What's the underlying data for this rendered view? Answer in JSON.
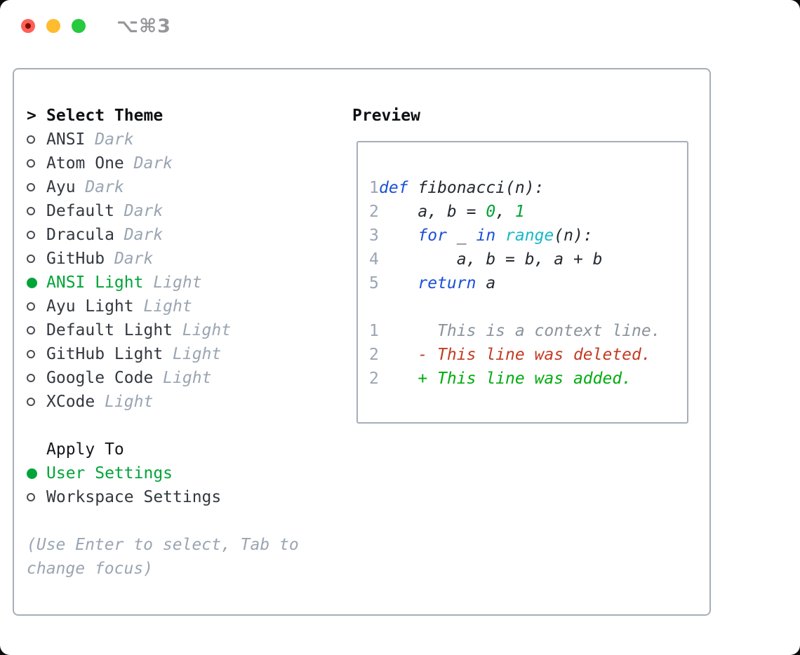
{
  "window": {
    "shortcut_label": "⌥⌘3",
    "traffic_lights": [
      "close-button",
      "minimize-button",
      "zoom-button"
    ]
  },
  "theme_picker": {
    "prompt": ">",
    "title": "Select Theme",
    "items": [
      {
        "name": "ANSI",
        "variant": "Dark",
        "selected": false
      },
      {
        "name": "Atom One",
        "variant": "Dark",
        "selected": false
      },
      {
        "name": "Ayu",
        "variant": "Dark",
        "selected": false
      },
      {
        "name": "Default",
        "variant": "Dark",
        "selected": false
      },
      {
        "name": "Dracula",
        "variant": "Dark",
        "selected": false
      },
      {
        "name": "GitHub",
        "variant": "Dark",
        "selected": false
      },
      {
        "name": "ANSI Light",
        "variant": "Light",
        "selected": true
      },
      {
        "name": "Ayu Light",
        "variant": "Light",
        "selected": false
      },
      {
        "name": "Default Light",
        "variant": "Light",
        "selected": false
      },
      {
        "name": "GitHub Light",
        "variant": "Light",
        "selected": false
      },
      {
        "name": "Google Code",
        "variant": "Light",
        "selected": false
      },
      {
        "name": "XCode",
        "variant": "Light",
        "selected": false
      }
    ]
  },
  "apply_to": {
    "title": "Apply To",
    "options": [
      {
        "label": "User Settings",
        "selected": true
      },
      {
        "label": "Workspace Settings",
        "selected": false
      }
    ]
  },
  "hint": "(Use Enter to select, Tab to\nchange focus)",
  "preview": {
    "title": "Preview",
    "lines": [
      {
        "ln": "1",
        "kind": "code",
        "tokens": [
          {
            "t": "def",
            "c": "kw"
          },
          {
            "t": " fibonacci(n):",
            "c": "plain"
          }
        ]
      },
      {
        "ln": "2",
        "kind": "code",
        "tokens": [
          {
            "t": "    a, b = ",
            "c": "plain"
          },
          {
            "t": "0",
            "c": "num"
          },
          {
            "t": ", ",
            "c": "plain"
          },
          {
            "t": "1",
            "c": "num"
          }
        ]
      },
      {
        "ln": "3",
        "kind": "code",
        "tokens": [
          {
            "t": "    ",
            "c": "plain"
          },
          {
            "t": "for",
            "c": "kw"
          },
          {
            "t": " _ ",
            "c": "plain"
          },
          {
            "t": "in",
            "c": "kw"
          },
          {
            "t": " ",
            "c": "plain"
          },
          {
            "t": "range",
            "c": "builtin"
          },
          {
            "t": "(n):",
            "c": "plain"
          }
        ]
      },
      {
        "ln": "4",
        "kind": "code",
        "tokens": [
          {
            "t": "        a, b = b, a + b",
            "c": "plain"
          }
        ]
      },
      {
        "ln": "5",
        "kind": "code",
        "tokens": [
          {
            "t": "    ",
            "c": "plain"
          },
          {
            "t": "return",
            "c": "kw"
          },
          {
            "t": " a",
            "c": "plain"
          }
        ]
      },
      {
        "ln": "",
        "kind": "blank",
        "tokens": []
      },
      {
        "ln": "1",
        "kind": "diff-context",
        "tokens": [
          {
            "t": "      This is a context line.",
            "c": "ctx"
          }
        ]
      },
      {
        "ln": "2",
        "kind": "diff-deleted",
        "tokens": [
          {
            "t": "    - This line was deleted.",
            "c": "del"
          }
        ]
      },
      {
        "ln": "2",
        "kind": "diff-added",
        "tokens": [
          {
            "t": "    + This line was added.",
            "c": "add"
          }
        ]
      }
    ]
  },
  "colors": {
    "accent_green": "#00a438",
    "keyword_blue": "#1a4fd8",
    "builtin_cyan": "#16b9c8",
    "number_green": "#00a337",
    "deleted_red": "#c23b22",
    "added_green": "#00ab0f",
    "context_gray": "#8b939c",
    "muted_gray": "#9aa5b2",
    "border_gray": "#a6aeb8",
    "traffic_red": "#ff5f57",
    "traffic_yellow": "#febc2e",
    "traffic_green": "#27c93f"
  }
}
